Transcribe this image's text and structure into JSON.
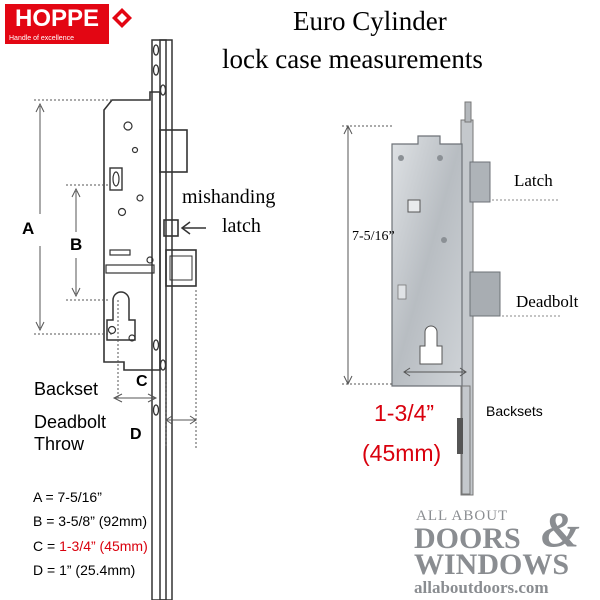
{
  "logo": {
    "word": "HOPPE",
    "tagline": "Handle of excellence",
    "accent": "#e30613"
  },
  "title": {
    "line1": "Euro Cylinder",
    "line2": "lock case measurements"
  },
  "left_diagram": {
    "label_a": "A",
    "label_b": "B",
    "label_c": "C",
    "label_d": "D",
    "backset": "Backset",
    "deadbolt_throw_line1": "Deadbolt",
    "deadbolt_throw_line2": "Throw",
    "mishanding_line1": "mishanding",
    "mishanding_line2": "latch"
  },
  "legend": {
    "a": "A = 7-5/16”",
    "b": "B = 3-5/8” (92mm)",
    "c_prefix": "C = ",
    "c_value": "1-3/4” (45mm)",
    "d": "D = 1” (25.4mm)"
  },
  "right_diagram": {
    "height_label": "7-5/16”",
    "latch": "Latch",
    "deadbolt": "Deadbolt",
    "backsets": "Backsets",
    "backset_value": "1-3/4”",
    "backset_mm": "(45mm)"
  },
  "branding": {
    "line1": "ALL ABOUT",
    "line2": "DOORS",
    "ampersand": "&",
    "line3": "WINDOWS",
    "url": "allaboutdoors.com",
    "color": "#8a8d91"
  },
  "colors": {
    "accent_red": "#d9000d",
    "steel": "#c9ccd0",
    "steel_dark": "#9aa0a6"
  }
}
